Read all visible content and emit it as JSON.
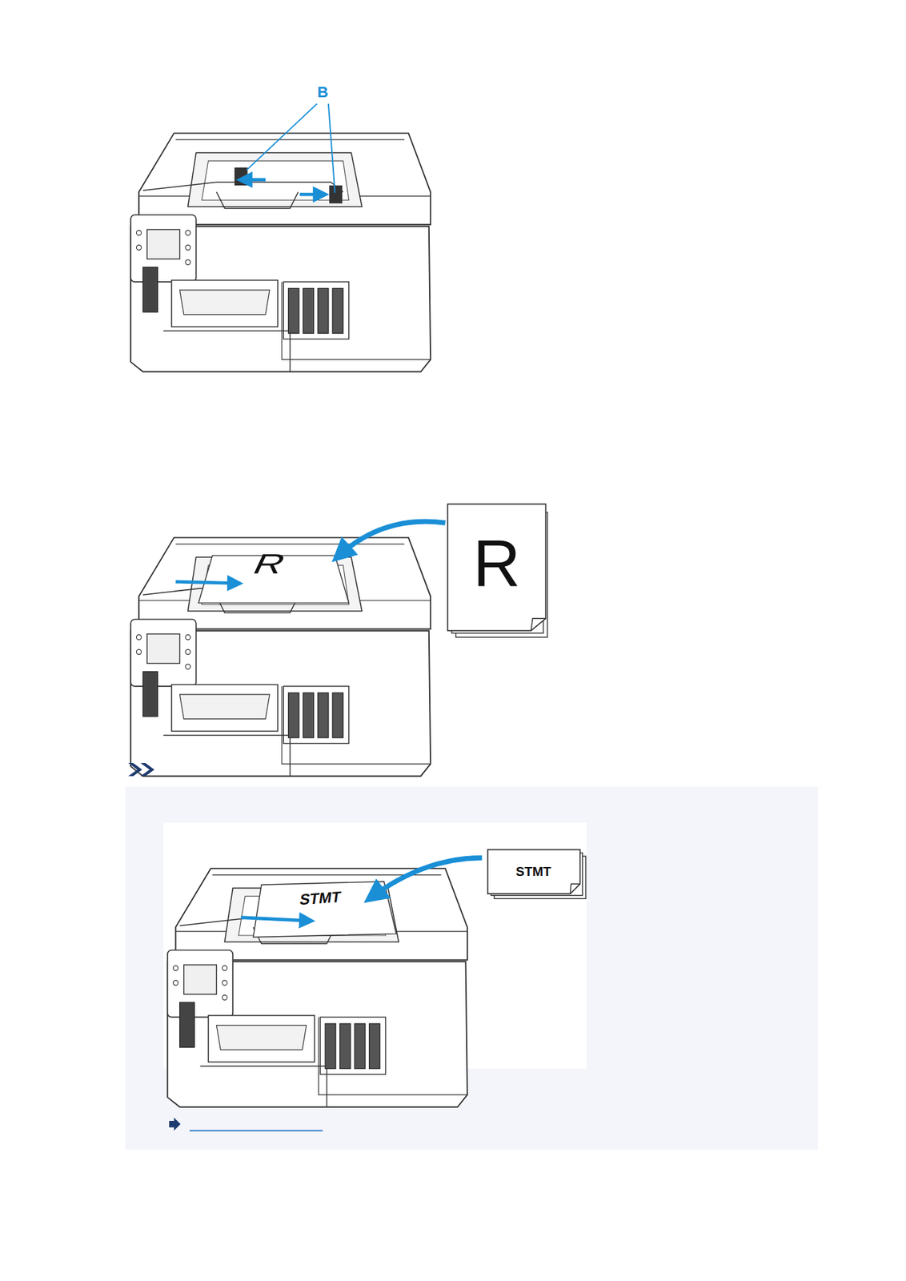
{
  "diagram": {
    "labels": [
      "B",
      "R",
      "R",
      "STMT",
      "STMT"
    ]
  }
}
